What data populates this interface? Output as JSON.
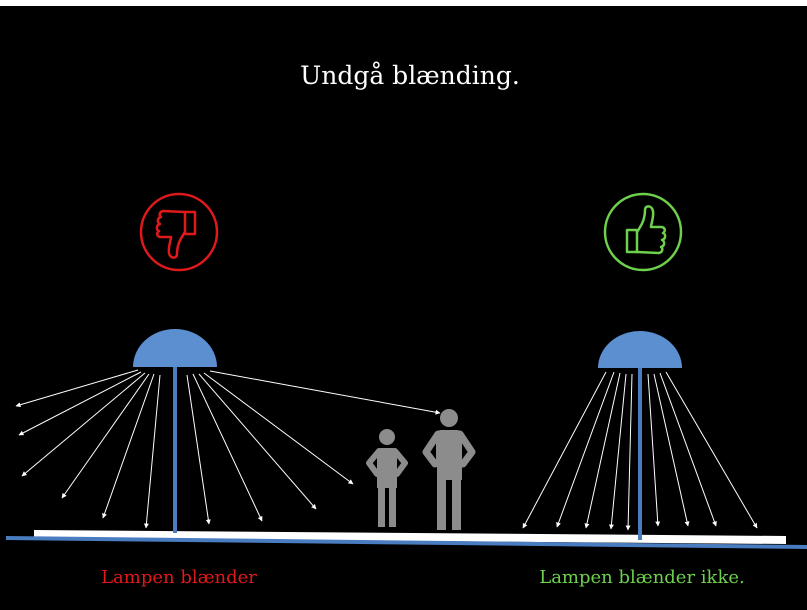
{
  "title": "Undgå blænding.",
  "left_caption": "Lampen blænder",
  "right_caption": "Lampen blænder ikke.",
  "colors": {
    "background": "#000000",
    "lamp": "#5b8fd0",
    "pole": "#4a7cc0",
    "ground_line": "#4a7cc0",
    "ground_slab": "#ffffff",
    "ray": "#ffffff",
    "person": "#8c8c8c",
    "bad": "#e0191b",
    "good": "#6ed04c",
    "title": "#ffffff"
  },
  "icons": {
    "left_verdict": "thumbs-down-icon",
    "right_verdict": "thumbs-up-icon"
  }
}
